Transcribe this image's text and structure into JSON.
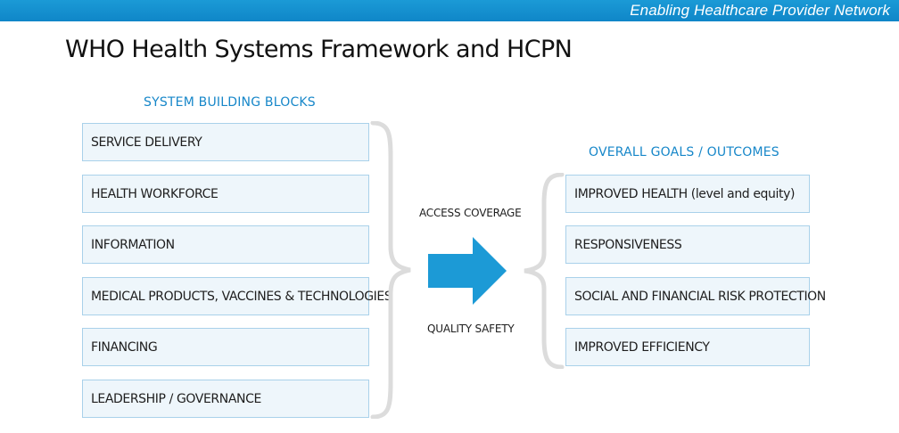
{
  "header": {
    "brand_text": "Enabling Healthcare Provider Network"
  },
  "page": {
    "title": "WHO Health Systems Framework and HCPN"
  },
  "building_blocks": {
    "heading": "SYSTEM BUILDING BLOCKS",
    "items": [
      "SERVICE DELIVERY",
      "HEALTH WORKFORCE",
      "INFORMATION",
      "MEDICAL PRODUCTS, VACCINES & TECHNOLOGIES",
      "FINANCING",
      "LEADERSHIP / GOVERNANCE"
    ]
  },
  "middle": {
    "top_label": "ACCESS COVERAGE",
    "bottom_label": "QUALITY SAFETY",
    "arrow_color": "#1c9ad6"
  },
  "outcomes": {
    "heading": "OVERALL GOALS / OUTCOMES",
    "items": [
      "IMPROVED HEALTH (level and equity)",
      "RESPONSIVENESS",
      "SOCIAL AND FINANCIAL RISK PROTECTION",
      "IMPROVED EFFICIENCY"
    ]
  },
  "colors": {
    "accent": "#1787c9",
    "box_fill": "#eef6fb",
    "box_border": "#a9d1ea",
    "brace": "#dcdcdc"
  }
}
